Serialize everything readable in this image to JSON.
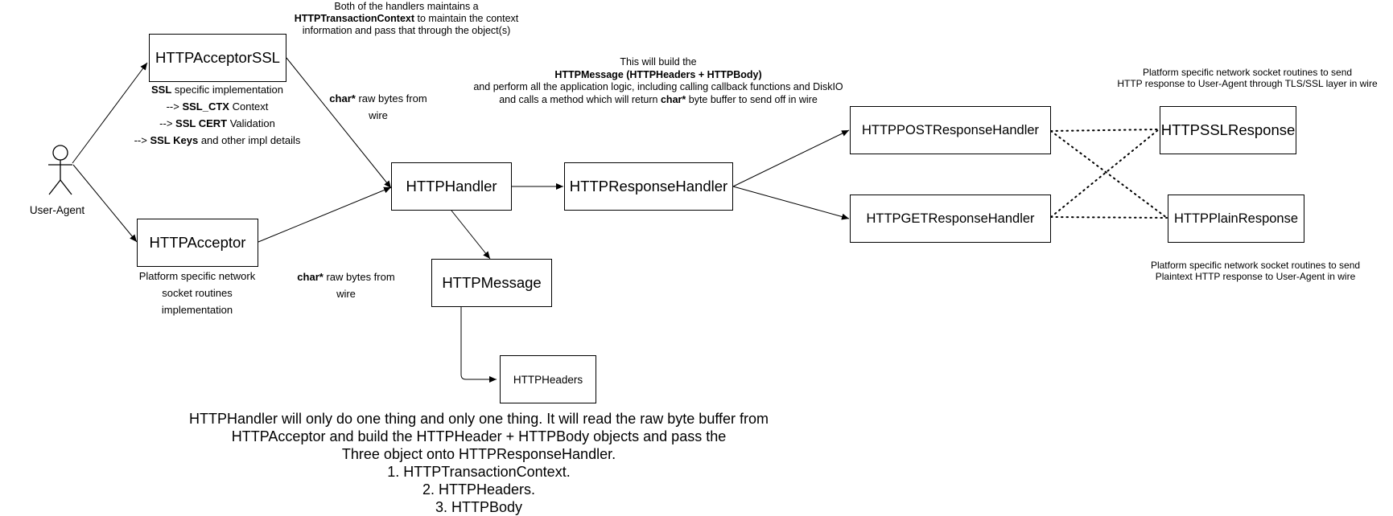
{
  "actor": {
    "label": "User-Agent"
  },
  "boxes": {
    "acceptor_ssl": "HTTPAcceptorSSL",
    "acceptor": "HTTPAcceptor",
    "handler": "HTTPHandler",
    "message": "HTTPMessage",
    "headers": "HTTPHeaders",
    "response_handler": "HTTPResponseHandler",
    "post_handler": "HTTPPOSTResponseHandler",
    "get_handler": "HTTPGETResponseHandler",
    "ssl_response": "HTTPSSLResponse",
    "plain_response": "HTTPPlainResponse"
  },
  "notes": {
    "context": {
      "line1": "Both of the handlers maintains a",
      "line2_bold": "HTTPTransactionContext",
      "line2_rest": " to maintain the context",
      "line3": "information and pass that through the object(s)"
    },
    "ssl_impl": {
      "l1_bold": "SSL",
      "l1_rest": " specific implementation",
      "l2_pre": "--> ",
      "l2_bold": "SSL_CTX",
      "l2_rest": " Context",
      "l3_pre": "--> ",
      "l3_bold": "SSL CERT",
      "l3_rest": " Validation",
      "l4_pre": "--> ",
      "l4_bold": "SSL Keys",
      "l4_rest": " and other impl details"
    },
    "raw_bytes_top": {
      "bold": "char*",
      "rest": " raw bytes from",
      "line2": "wire"
    },
    "raw_bytes_bottom": {
      "bold": "char*",
      "rest": " raw bytes from",
      "line2": "wire"
    },
    "acceptor_impl": {
      "l1": "Platform specific network",
      "l2": "socket routines",
      "l3": "implementation"
    },
    "build_message": {
      "l1": "This will build the",
      "l2_bold": "HTTPMessage (HTTPHeaders + HTTPBody)",
      "l3": "and perform all the application logic, including calling callback functions and DiskIO",
      "l4_pre": "and calls a method which will return ",
      "l4_bold": "char*",
      "l4_rest": " byte buffer to send off in wire"
    },
    "ssl_send": {
      "l1": "Platform specific network socket routines to send",
      "l2": "HTTP response to User-Agent through TLS/SSL layer in wire"
    },
    "plain_send": {
      "l1": "Platform specific network socket routines to send",
      "l2": "Plaintext HTTP response to User-Agent in wire"
    },
    "summary": {
      "l1": "HTTPHandler will only do one thing and only one thing. It will read the raw byte buffer from",
      "l2": "HTTPAcceptor and build the HTTPHeader + HTTPBody objects and pass the",
      "l3": "Three object onto HTTPResponseHandler.",
      "l4": "1. HTTPTransactionContext.",
      "l5": "2. HTTPHeaders.",
      "l6": "3. HTTPBody"
    }
  }
}
